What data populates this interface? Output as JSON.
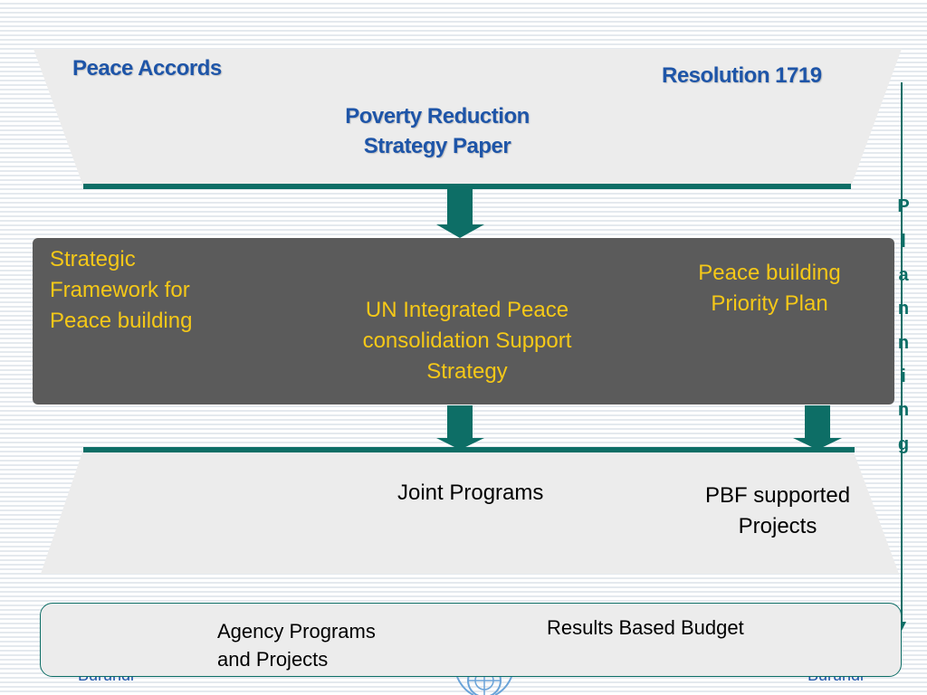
{
  "diagram": {
    "top_band": {
      "peace_accords": "Peace Accords",
      "resolution": "Resolution 1719",
      "prsp_line1": "Poverty Reduction",
      "prsp_line2": "Strategy Paper"
    },
    "middle_box": {
      "strategic_framework": [
        "Strategic",
        "Framework for",
        "Peace building"
      ],
      "un_integrated": [
        "UN Integrated Peace",
        "consolidation Support",
        "Strategy"
      ],
      "priority_plan": [
        "Peace building",
        "Priority Plan"
      ]
    },
    "lower_band": {
      "joint_programs": "Joint Programs",
      "pbf_projects": [
        "PBF supported",
        "Projects"
      ]
    },
    "bottom_box": {
      "agency_programs": [
        "Agency Programs",
        "and Projects"
      ],
      "results_budget": "Results Based Budget"
    },
    "planning_letters": [
      "P",
      "l",
      "a",
      "n",
      "n",
      "i",
      "n",
      "g"
    ],
    "footer": {
      "left": "Burundi",
      "right": "Burundi",
      "logo_icon": "un-emblem-icon"
    },
    "colors": {
      "teal": "#0d6e66",
      "box_dark": "#5b5b5b",
      "band_light": "#ececec",
      "title_blue": "#1e55a8",
      "framework_yellow": "#f5c818"
    }
  }
}
